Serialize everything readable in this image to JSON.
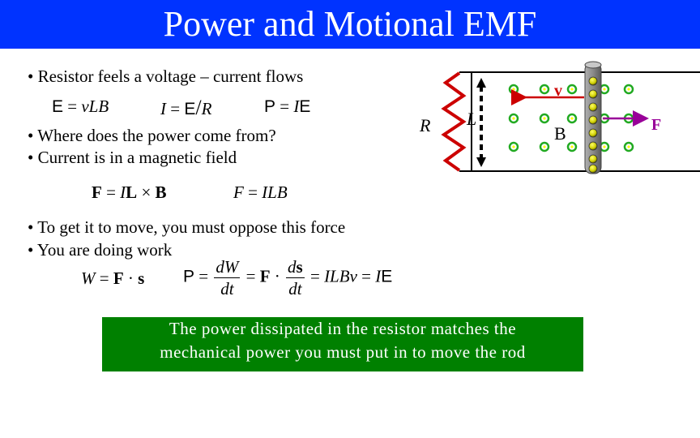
{
  "slide": {
    "title": "Power and Motional EMF",
    "bullets": {
      "b1": "• Resistor feels a voltage – current flows",
      "b2": "• Where does the power come from?",
      "b3": "• Current is in a magnetic field",
      "b4": "• To get it to move, you must oppose this force",
      "b5": "• You are doing work"
    },
    "equations": {
      "emf": {
        "lhs": "E",
        "eq": " = ",
        "rhs": "vLB"
      },
      "current": {
        "I": "I",
        "eq": " = ",
        "E": "E",
        "slash": "/",
        "R": "R"
      },
      "power": {
        "P": "P",
        "eq": " = ",
        "I": "I",
        "E": "E"
      },
      "force_vec": {
        "F": "F",
        "eq": " = ",
        "I": "I",
        "L": "L",
        "cross": " × ",
        "B": "B"
      },
      "force_mag": {
        "F": "F",
        "eq": " = ",
        "ILB": "ILB"
      },
      "work": {
        "W": "W",
        "eq": " = ",
        "F": "F",
        "dot": " · ",
        "s": "s"
      },
      "power_chain": {
        "P": "P",
        "eq1": " = ",
        "dW": "dW",
        "dt1": "dt",
        "eq2": " = ",
        "F": "F",
        "dot": " · ",
        "ds": "ds",
        "dt2": "dt",
        "eq3": " = ",
        "ILBv": "ILBv",
        "eq4": " = ",
        "I": "I",
        "E": "E"
      }
    },
    "diagram": {
      "R": "R",
      "L": "L",
      "v": "v",
      "B": "B",
      "F": "F",
      "colors": {
        "resistor": "#cc0000",
        "velocity": "#cc0000",
        "force": "#990099",
        "field_dot": "#22aa22",
        "field_center": "#ffff00",
        "rod": "#8a8a8a"
      }
    },
    "callout": {
      "line1": "The power dissipated in the resistor matches the",
      "line2": "mechanical power you must put in to move the rod",
      "color": "#008000"
    }
  }
}
